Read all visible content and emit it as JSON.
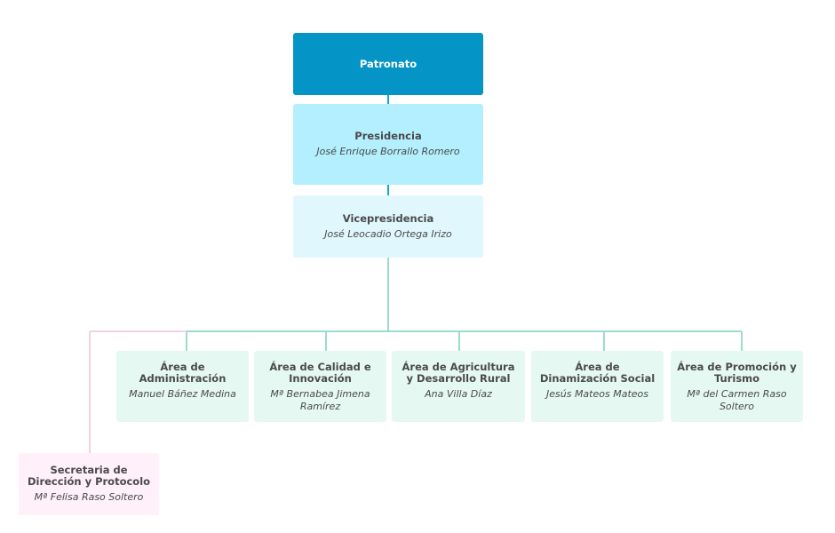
{
  "colors": {
    "patronato": "#0594c6",
    "presidencia": "#b3efff",
    "vicepresidencia": "#e0f7fd",
    "areas": "#e5f9f2",
    "secretaria": "#fff0fa",
    "connector_blue": "#0aaad8",
    "connector_teal": "#9bdccc",
    "connector_pink": "#f7cfe4"
  },
  "nodes": {
    "patronato": {
      "title": "Patronato"
    },
    "presidencia": {
      "title": "Presidencia",
      "person": "José Enrique Borrallo Romero"
    },
    "vicepresidencia": {
      "title": "Vicepresidencia",
      "person": "José Leocadio Ortega Irizo"
    },
    "areas": [
      {
        "title": "Área de Administración",
        "person": "Manuel Báñez Medina"
      },
      {
        "title": "Área de Calidad e Innovación",
        "person": "Mª Bernabea Jimena Ramírez"
      },
      {
        "title": "Área de Agricultura y Desarrollo Rural",
        "person": "Ana Villa Díaz"
      },
      {
        "title": "Área de Dinamización Social",
        "person": "Jesús Mateos Mateos"
      },
      {
        "title": "Área de Promoción y Turismo",
        "person": "Mª del Carmen Raso Soltero"
      }
    ],
    "secretaria": {
      "title": "Secretaria de Dirección y Protocolo",
      "person": "Mª Felisa Raso Soltero"
    }
  }
}
